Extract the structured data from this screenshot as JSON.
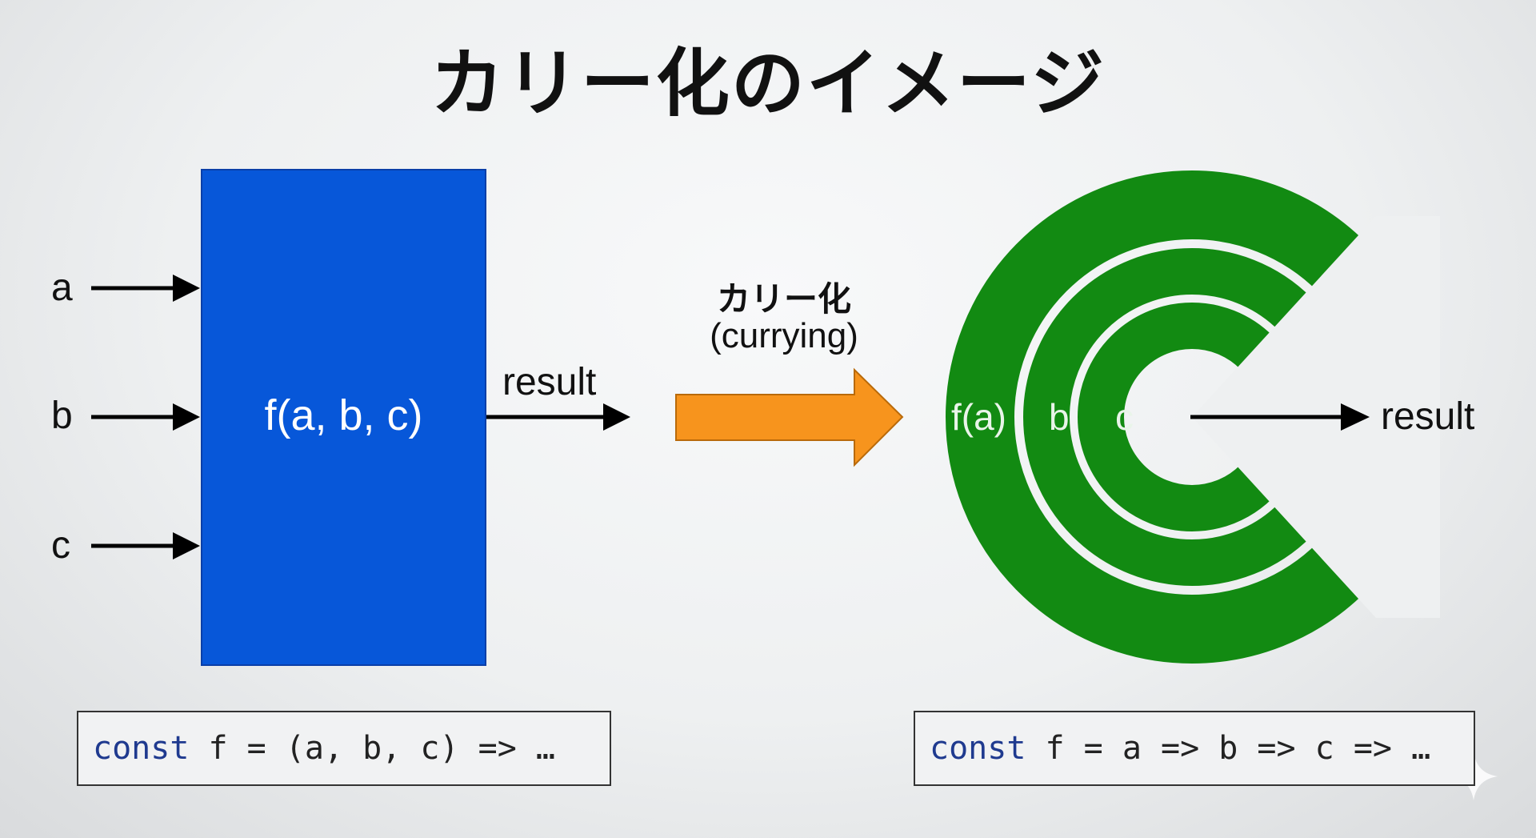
{
  "title": "カリー化のイメージ",
  "left_diagram": {
    "inputs": [
      "a",
      "b",
      "c"
    ],
    "function_label": "f(a, b, c)",
    "output_label": "result",
    "colors": {
      "box": "#0757d9",
      "arrow": "#000000"
    }
  },
  "transform": {
    "label_ja": "カリー化",
    "label_en": "(currying)",
    "arrow_color": "#f7941d"
  },
  "right_diagram": {
    "ring_labels": [
      "f(a)",
      "b",
      "c"
    ],
    "output_label": "result",
    "colors": {
      "rings": "#128a12"
    }
  },
  "code": {
    "left": {
      "keyword": "const",
      "rest": " f = (a, b, c) => …"
    },
    "right": {
      "keyword": "const",
      "rest": " f = a => b => c => …"
    }
  },
  "decoration": {
    "corner_icon": "sparkle-icon"
  }
}
